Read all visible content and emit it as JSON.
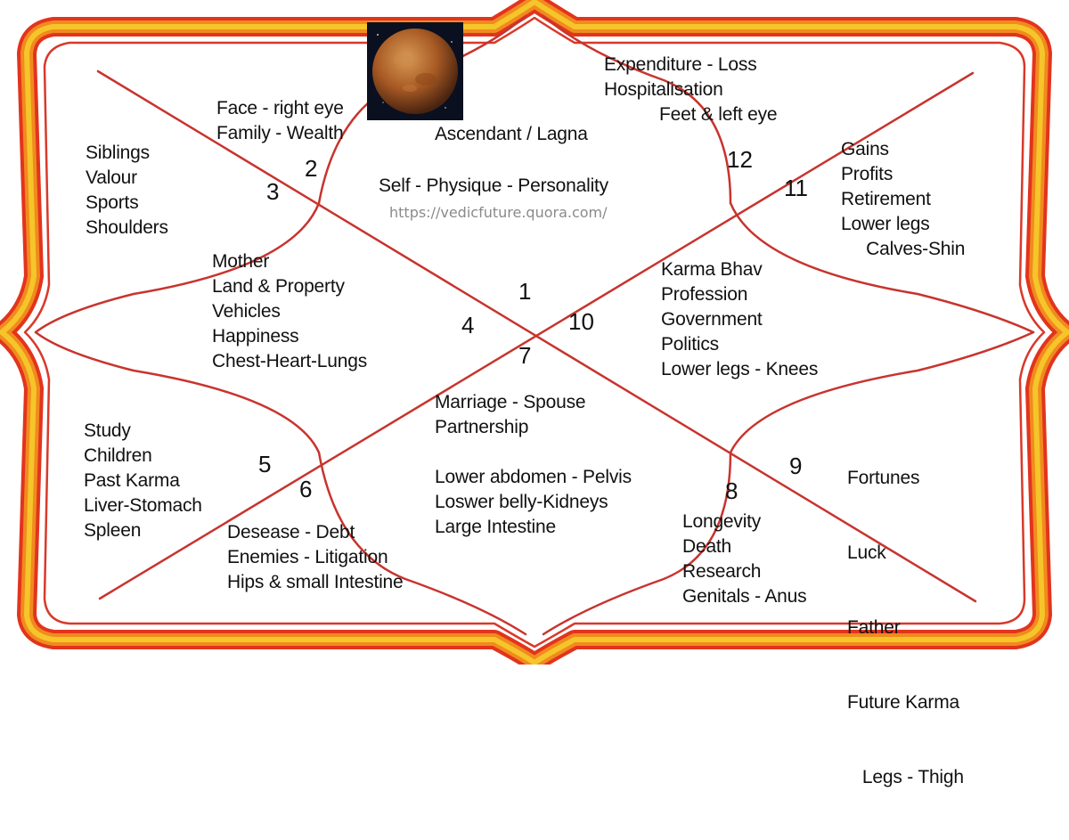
{
  "colors": {
    "frame_outer": "#e2341d",
    "frame_inner": "#f5b51e",
    "frame_orange": "#f18a1f",
    "grid_lines": "#c8342e",
    "planet_bg": "#0a1020",
    "planet_body": "#b0652a",
    "text": "#111111",
    "watermark": "#8a8a8a"
  },
  "watermark": "https://vedicfuture.quora.com/",
  "houses": [
    {
      "number": "1",
      "lines": [
        "Ascendant / Lagna",
        "Self - Physique - Personality"
      ]
    },
    {
      "number": "2",
      "lines": [
        "Face - right eye",
        "Family -  Wealth"
      ]
    },
    {
      "number": "3",
      "lines": [
        "Siblings",
        "Valour",
        "Sports",
        "Shoulders"
      ]
    },
    {
      "number": "4",
      "lines": [
        "Mother",
        "Land & Property",
        "Vehicles",
        "Happiness",
        "Chest-Heart-Lungs"
      ]
    },
    {
      "number": "5",
      "lines": [
        "Study",
        "Children",
        "Past Karma",
        "Liver-Stomach",
        "Spleen"
      ]
    },
    {
      "number": "6",
      "lines": [
        "Desease - Debt",
        "Enemies - Litigation",
        "Hips & small Intestine"
      ]
    },
    {
      "number": "7",
      "lines": [
        "Marriage - Spouse",
        "Partnership",
        "",
        "Lower abdomen - Pelvis",
        "Loswer belly-Kidneys",
        "Large Intestine"
      ]
    },
    {
      "number": "8",
      "lines": [
        "Longevity",
        "Death",
        "Research",
        "Genitals - Anus"
      ]
    },
    {
      "number": "9",
      "lines": [
        "Fortunes",
        "Luck",
        "Father",
        "Future Karma",
        "   Legs - Thigh"
      ]
    },
    {
      "number": "10",
      "lines": [
        "Karma Bhav",
        "Profession",
        "Government",
        "Politics",
        "Lower legs - Knees"
      ]
    },
    {
      "number": "11",
      "lines": [
        "Gains",
        "Profits",
        "Retirement",
        "Lower legs",
        "     Calves-Shin"
      ]
    },
    {
      "number": "12",
      "lines": [
        "Expenditure - Loss",
        "Hospitalisation",
        "           Feet & left eye"
      ]
    }
  ],
  "planet_icon": "venus-planet-icon"
}
